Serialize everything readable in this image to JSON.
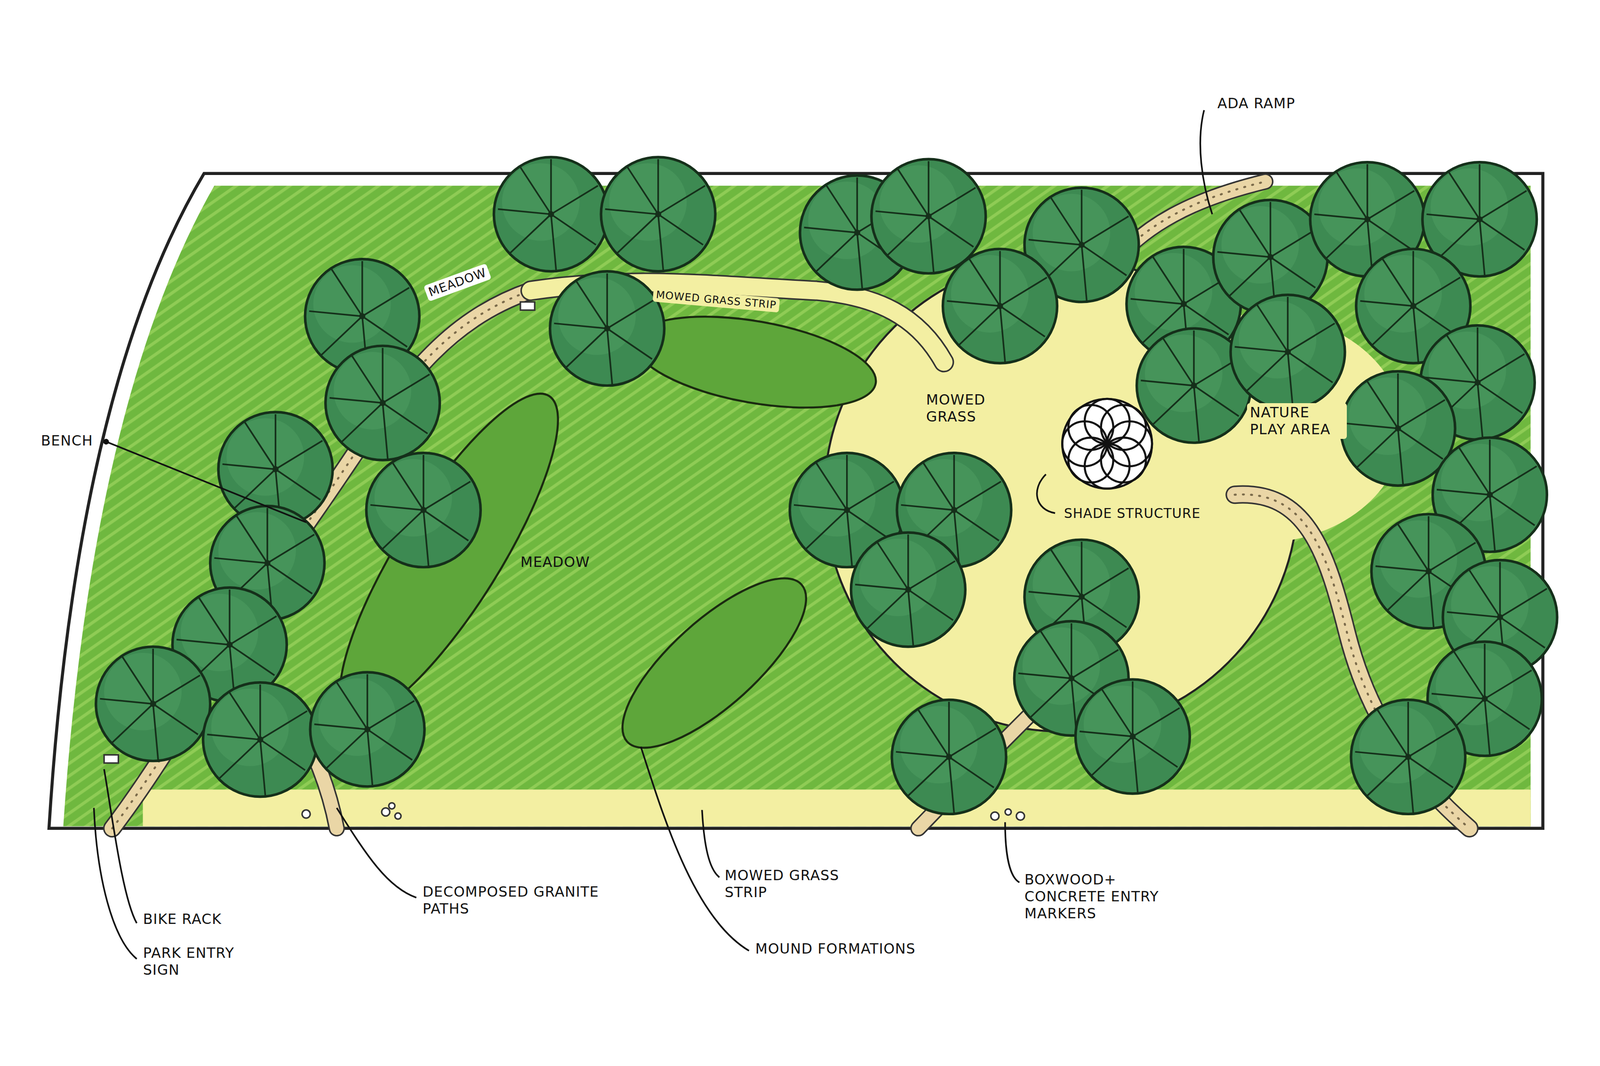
{
  "diagram": {
    "labels": [
      "ADA RAMP",
      "MEADOW",
      "MOWED GRASS STRIP",
      "BENCH",
      "MEADOW",
      "MOWED GRASS",
      "NATURE PLAY AREA",
      "SHADE STRUCTURE",
      "DECOMPOSED GRANITE PATHS",
      "MOWED GRASS STRIP",
      "MOUND FORMATIONS",
      "BOXWOOD+ CONCRETE ENTRY MARKERS",
      "BIKE RACK",
      "PARK ENTRY SIGN"
    ]
  }
}
